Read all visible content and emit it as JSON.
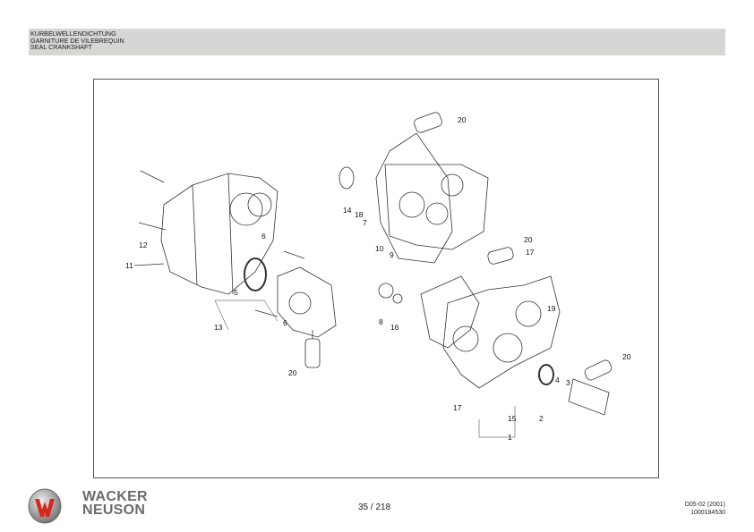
{
  "header": {
    "title_de": "KURBELWELLENDICHTUNG",
    "title_fr": "GARNITURE DE VILEBREQUIN",
    "title_en": "SEAL CRANKSHAFT"
  },
  "diagram": {
    "callouts": [
      "20",
      "14",
      "18",
      "7",
      "10",
      "9",
      "6",
      "12",
      "11",
      "5",
      "13",
      "6",
      "20",
      "20",
      "17",
      "8",
      "16",
      "19",
      "20",
      "4",
      "3",
      "17",
      "15",
      "2",
      "1"
    ]
  },
  "footer": {
    "brand_line1": "WACKER",
    "brand_line2": "NEUSON",
    "page": "35 / 218",
    "doc_code": "D05-02 (2001)",
    "doc_number": "1000184530",
    "logo_color": "#d9261c"
  }
}
